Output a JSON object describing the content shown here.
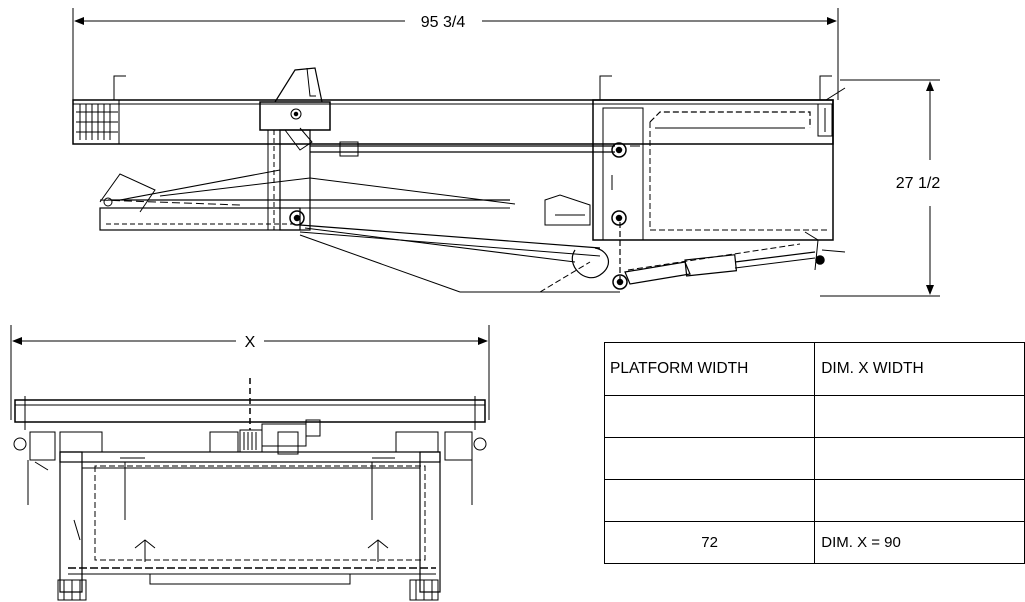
{
  "dimensions": {
    "overall_length": "95 3/4",
    "overall_height": "27 1/2",
    "width_label": "X"
  },
  "table": {
    "headers": [
      "PLATFORM WIDTH",
      "DIM. X WIDTH"
    ],
    "rows": [
      [
        "",
        ""
      ],
      [
        "",
        ""
      ],
      [
        "",
        ""
      ],
      [
        "72",
        "DIM. X = 90"
      ]
    ]
  }
}
